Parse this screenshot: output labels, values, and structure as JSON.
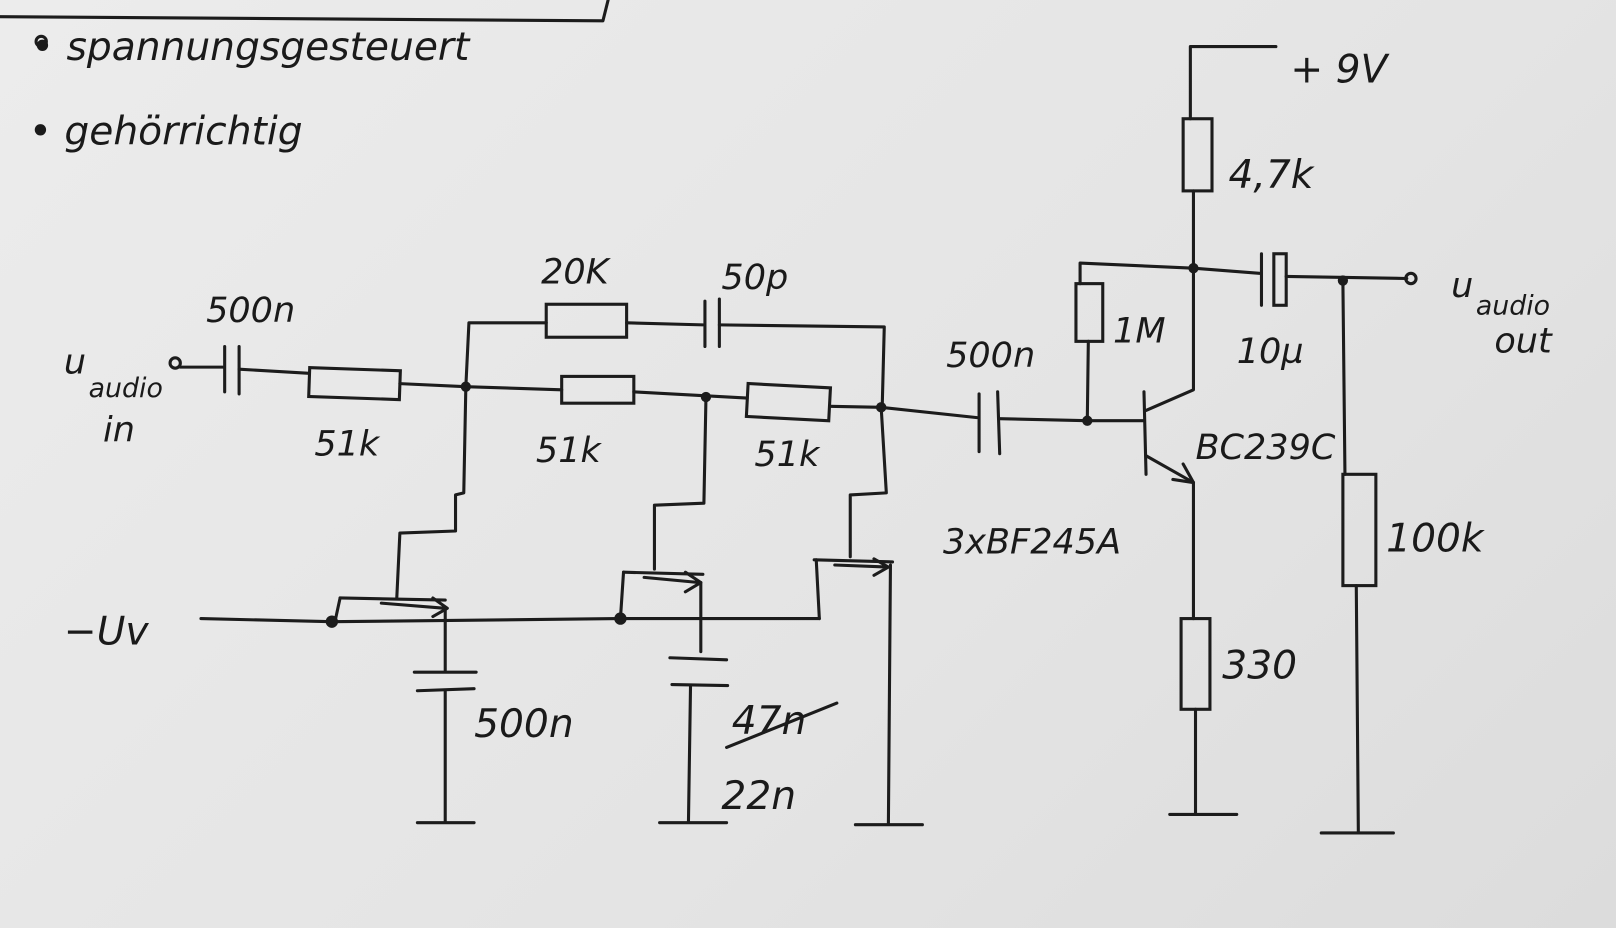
{
  "notes": [
    "• spannungsgesteuert",
    "• gehörrichtig"
  ],
  "input": {
    "u": "u",
    "audio": "audio",
    "in": "in"
  },
  "output": {
    "u": "u",
    "audio": "audio",
    "out": "out"
  },
  "control": "−Uv",
  "supply": "+ 9V",
  "labels": {
    "c_in": "500n",
    "r_in": "51k",
    "r_fb": "20K",
    "c_fb": "50p",
    "r_mid1": "51k",
    "r_mid2": "51k",
    "c_couple": "500n",
    "r_bias": "1M",
    "r_coll": "4,7k",
    "c_out": "10µ",
    "transistor": "BC239C",
    "jfets": "3xBF245A",
    "r_load": "100k",
    "r_emit": "330",
    "c_gate1": "500n",
    "c_gate2_old": "47n",
    "c_gate2": "22n"
  }
}
